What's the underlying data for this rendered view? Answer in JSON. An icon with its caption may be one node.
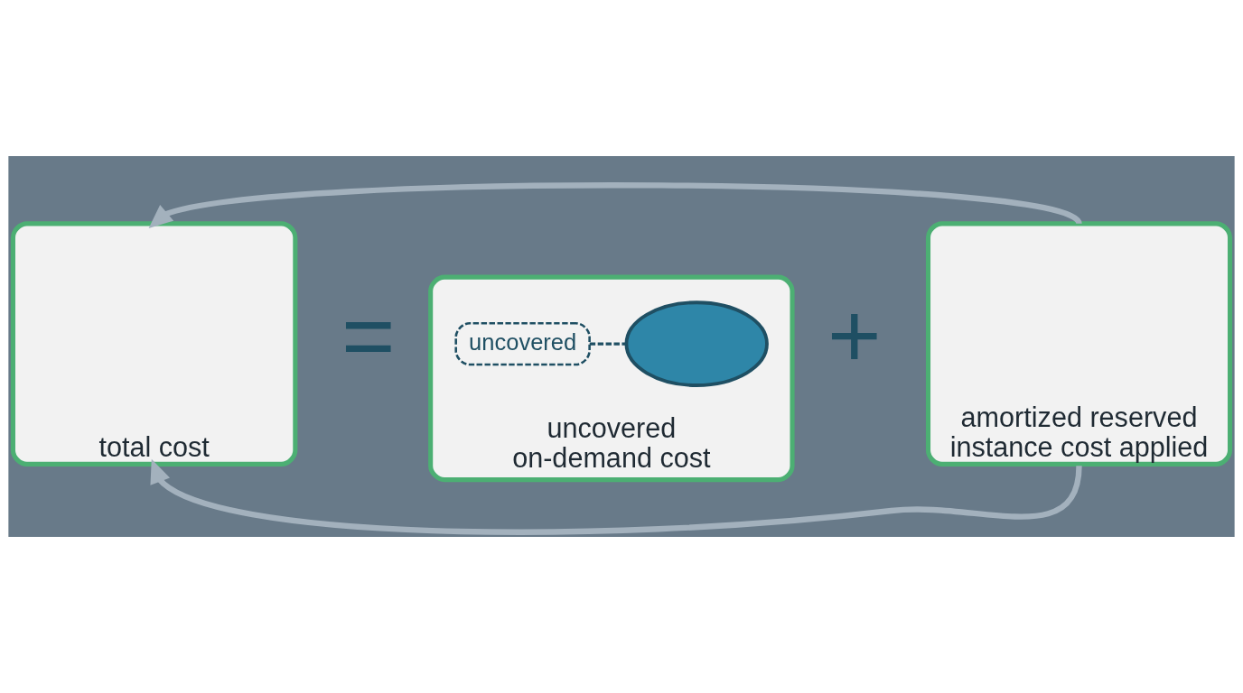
{
  "diagram": {
    "nodes": [
      {
        "text": [
          "total cost"
        ]
      },
      {
        "text": [
          "uncovered on-demand cost"
        ]
      },
      {
        "text": [
          "uncovered"
        ],
        "in": 1
      },
      {
        "text": [],
        "shape": "cloud",
        "in": 1
      },
      {
        "text": [
          "amortized reserved instance cost applied"
        ]
      }
    ],
    "edges": [
      {
        "from": 4,
        "to": 0,
        "arrow": "to"
      },
      {
        "from": 4,
        "to": 0,
        "arrow": "to"
      },
      {
        "from": 2,
        "to": 3,
        "arrow": "none",
        "style": "dashed",
        "color": "#1f4f63"
      }
    ],
    "labels": [
      "=",
      "+"
    ]
  }
}
